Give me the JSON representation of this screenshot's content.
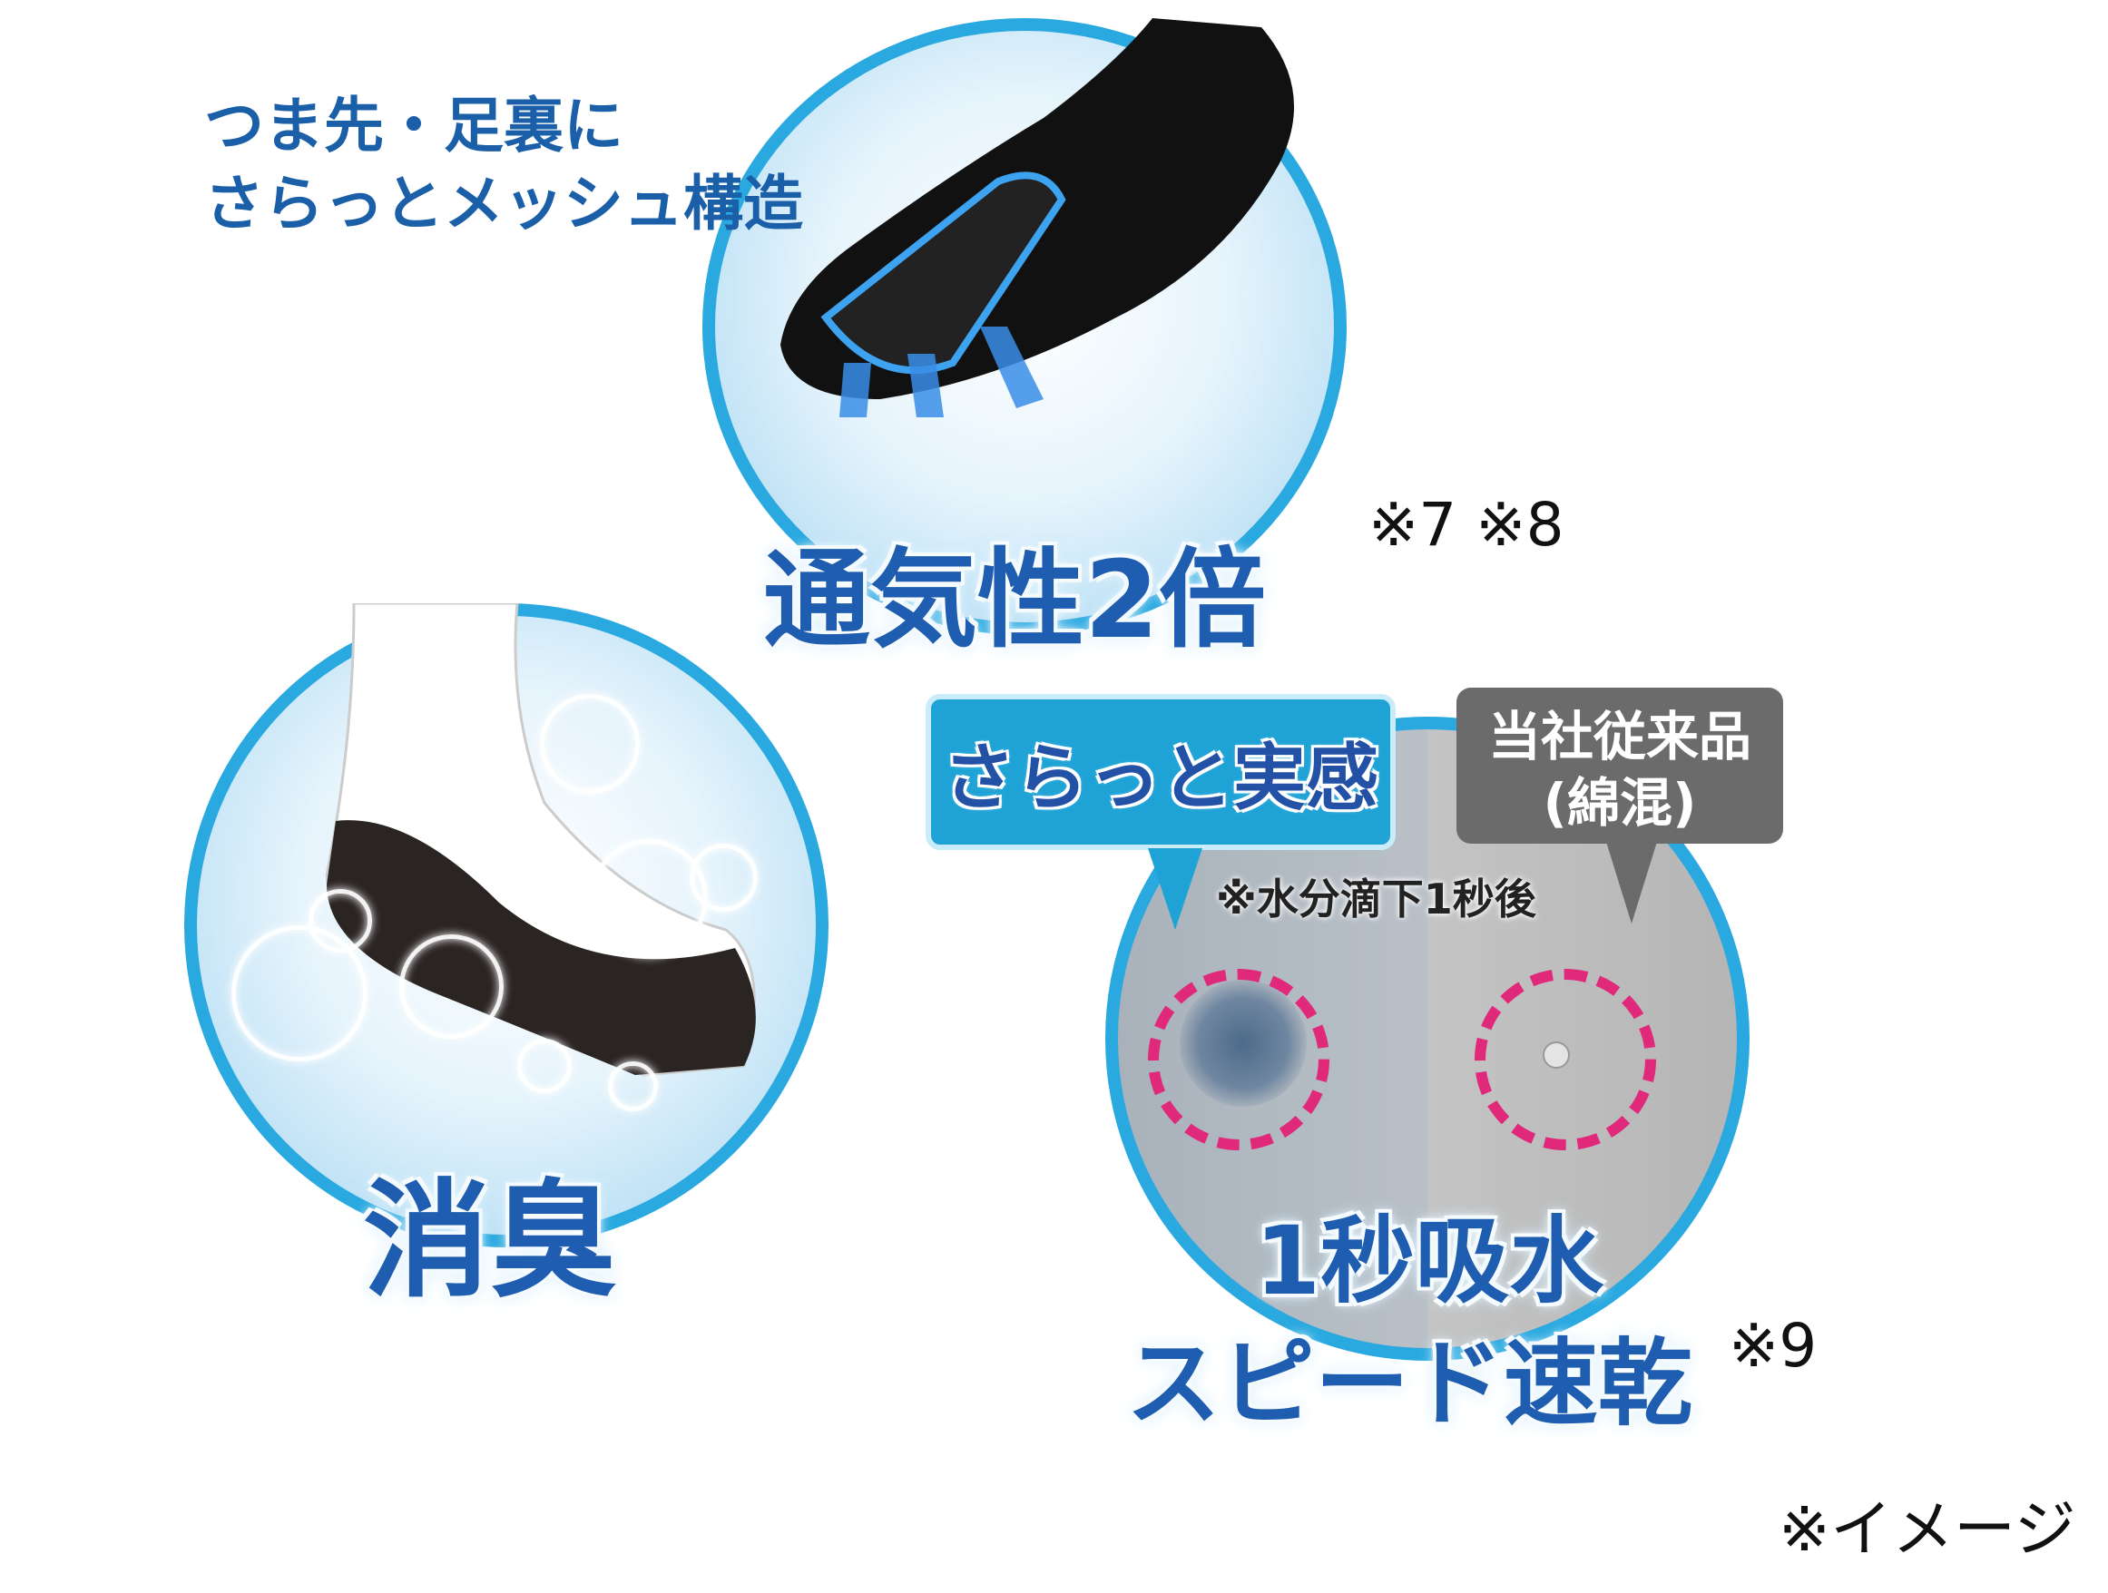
{
  "top_caption": {
    "line1": "つま先・足裏に",
    "line2": "さらっとメッシュ構造"
  },
  "breathability": {
    "label": "通気性2倍",
    "notes": "※7 ※8"
  },
  "deodorant": {
    "label": "消臭"
  },
  "absorb": {
    "our_product_tag": "さらっと実感",
    "conventional_tag_line1": "当社従来品",
    "conventional_tag_line2": "(綿混)",
    "test_note": "※水分滴下1秒後",
    "label_line1": "1秒吸水",
    "label_line2": "スピード速乾",
    "note": "※9"
  },
  "image_note": "※イメージ",
  "colors": {
    "accent_blue": "#29a9e0",
    "text_blue": "#1a5fa8",
    "dash_pink": "#e0297a",
    "tag_gray": "#6b6b6b"
  }
}
